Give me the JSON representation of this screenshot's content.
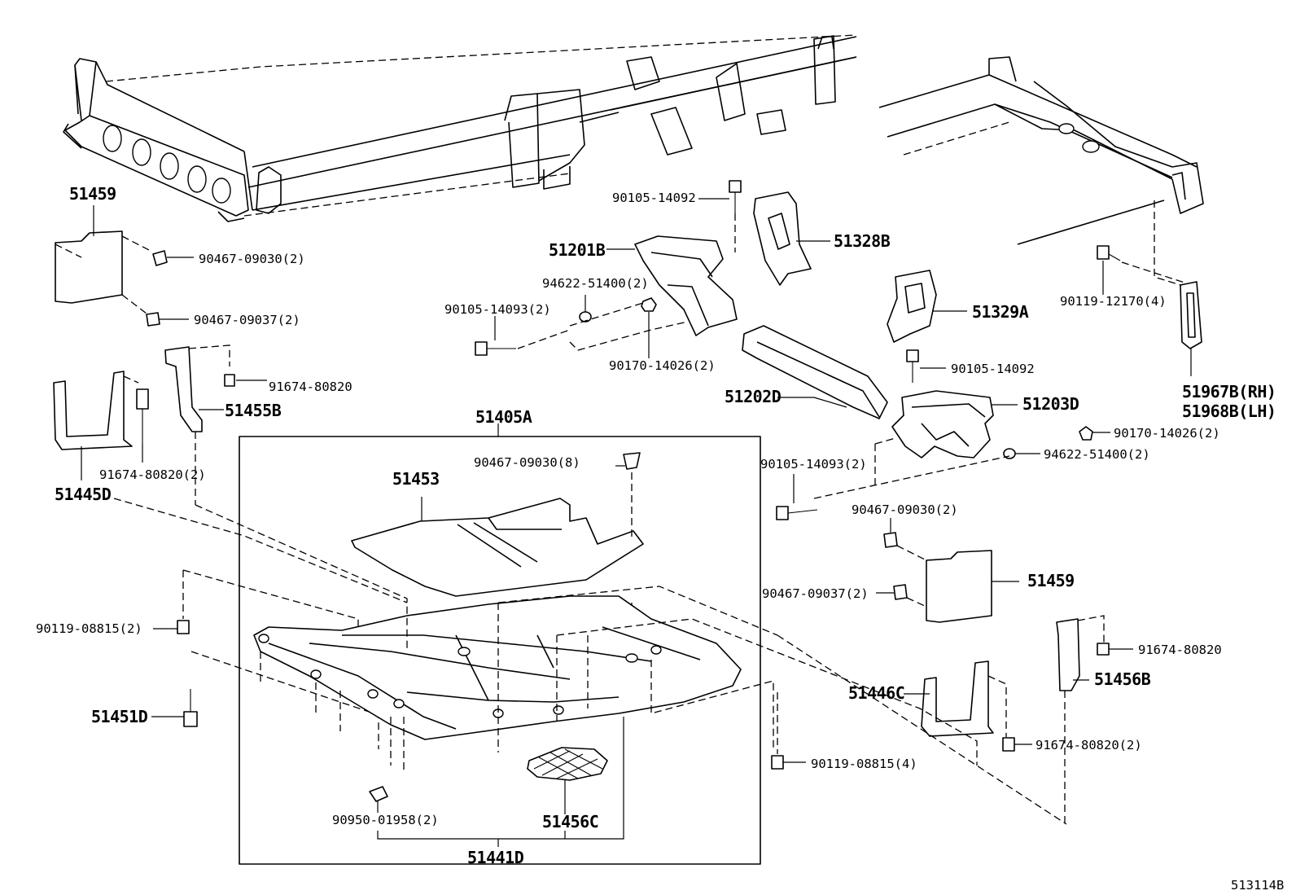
{
  "diagram_code": "513114B",
  "labels": {
    "p51459_left": "51459",
    "p90467_09030_2_top": "90467-09030(2)",
    "p90467_09037_2_top": "90467-09037(2)",
    "p91674_80820_top": "91674-80820",
    "p51455B": "51455B",
    "p51445D": "51445D",
    "p91674_80820_2_left": "91674-80820(2)",
    "p90105_14092_top": "90105-14092",
    "p51328B": "51328B",
    "p51201B": "51201B",
    "p94622_51400_2_top": "94622-51400(2)",
    "p90105_14093_2_top": "90105-14093(2)",
    "p90170_14026_2_top": "90170-14026(2)",
    "p51329A": "51329A",
    "p90119_12170_4": "90119-12170(4)",
    "p90105_14092_mid": "90105-14092",
    "p51202D": "51202D",
    "p51203D": "51203D",
    "p51967B_RH": "51967B(RH)",
    "p51968B_LH": "51968B(LH)",
    "p90170_14026_2_right": "90170-14026(2)",
    "p94622_51400_2_right": "94622-51400(2)",
    "p90105_14093_2_mid": "90105-14093(2)",
    "p51405A": "51405A",
    "p90467_09030_8": "90467-09030(8)",
    "p51453": "51453",
    "p90467_09030_2_mid": "90467-09030(2)",
    "p51459_right": "51459",
    "p90467_09037_2_mid": "90467-09037(2)",
    "p90119_08815_2": "90119-08815(2)",
    "p51446C": "51446C",
    "p91674_80820_right": "91674-80820",
    "p51456B": "51456B",
    "p51451D": "51451D",
    "p91674_80820_2_right": "91674-80820(2)",
    "p90119_08815_4": "90119-08815(4)",
    "p90950_01958_2": "90950-01958(2)",
    "p51456C": "51456C",
    "p51441D": "51441D"
  }
}
